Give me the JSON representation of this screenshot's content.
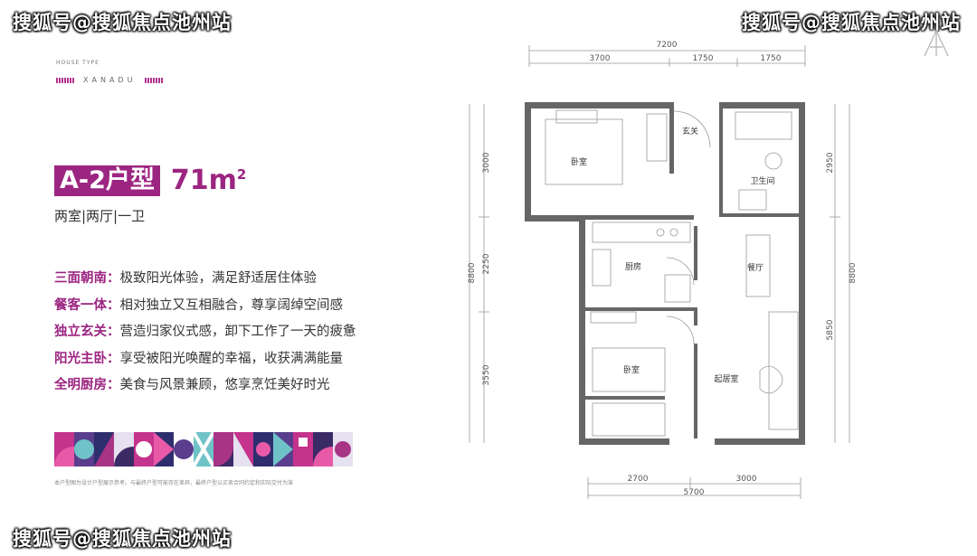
{
  "watermarks": {
    "top_left": "搜狐号@搜狐焦点池州站",
    "top_right": "搜狐号@搜狐焦点池州站",
    "bottom_left": "搜狐号@搜狐焦点池州站"
  },
  "brand": {
    "house_type": "HOUSE TYPE",
    "name": "XANADU"
  },
  "unit": {
    "type_label": "A-2户型",
    "area": "71m",
    "area_sup": "2",
    "layout": "两室|两厅|一卫"
  },
  "features": [
    {
      "title": "三面朝南：",
      "desc": "极致阳光体验，满足舒适居住体验"
    },
    {
      "title": "餐客一体：",
      "desc": "相对独立又互相融合，尊享阔绰空间感"
    },
    {
      "title": "独立玄关：",
      "desc": "营造归家仪式感，卸下工作了一天的疲惫"
    },
    {
      "title": "阳光主卧：",
      "desc": "享受被阳光唤醒的幸福，收获满满能量"
    },
    {
      "title": "全明厨房：",
      "desc": "美食与风景兼顾，悠享烹饪美好时光"
    }
  ],
  "disclaimer": "本户型图为设计户型展示参考。与最终户型可能存在差异，最终户型以买卖合同约定和实际交付为准",
  "floorplan": {
    "rooms": {
      "bedroom_top": "卧室",
      "entrance": "玄关",
      "bathroom": "卫生间",
      "kitchen": "厨房",
      "dining": "餐厅",
      "bedroom_bottom": "卧室",
      "living": "起居室"
    },
    "dimensions": {
      "top_total": "7200",
      "top_a": "3700",
      "top_b": "1750",
      "top_c": "1750",
      "bottom_a": "2700",
      "bottom_b": "3000",
      "bottom_total": "5700",
      "left_a": "3000",
      "left_b": "2250",
      "left_c": "3550",
      "left_total": "8800",
      "right_a": "2950",
      "right_b": "5850",
      "right_total": "8800"
    }
  },
  "colors": {
    "accent": "#9c2581",
    "wall": "#666666"
  }
}
